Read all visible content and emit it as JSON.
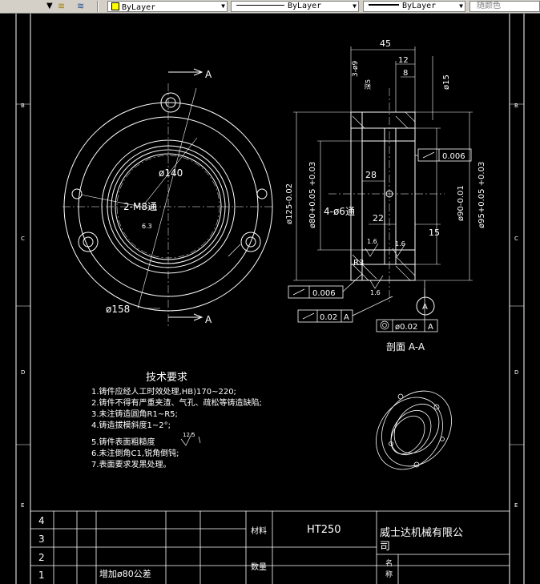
{
  "toolbar": {
    "layer_label": "ByLayer",
    "linetype_label": "ByLayer",
    "lineweight_label": "ByLayer",
    "color_label": "随颜色"
  },
  "drawing": {
    "section_label": "A",
    "section_title": "剖面 A-A",
    "front_view": {
      "dim_140": "ø140",
      "dim_158": "ø158",
      "hole_note": "2-M8通",
      "roughness": "6.3"
    },
    "section_view": {
      "dim_45": "45",
      "dim_12": "12",
      "dim_8": "8",
      "dim_15_top": "ø15",
      "dim_3phi9": "3-ø9",
      "dim_depth": "深5",
      "dim_125": "ø125-0.02",
      "dim_80": "ø80+0.05 +0.03",
      "dim_4phi6": "4-ø6通",
      "dim_28": "28",
      "dim_22": "22",
      "dim_15": "15",
      "dim_90": "ø90-0.01",
      "dim_95": "ø95+0.05 +0.03",
      "chamfer_r3": "R3",
      "rough_1": "1.6",
      "rough_2": "1.6",
      "rough_3": "1.6",
      "tol_flatness": "0.006",
      "tol_flatness2": "0.006",
      "tol_runout": "0.02",
      "tol_runout_ref": "A",
      "tol_coax": "ø0.02",
      "tol_coax_ref": "A",
      "datum": "A"
    },
    "tech_req": {
      "title": "技术要求",
      "lines": [
        "1.铸件应经人工时效处理,HB)170~220;",
        "2.铸件不得有严重夹渣、气孔、疏松等铸造缺陷;",
        "3.未注铸造圆角R1~R5;",
        "4.铸造拔模斜度1~2°;",
        "5.铸件表面粗糙度",
        "6.未注倒角C1,锐角倒钝;",
        "7.表面要求发黑处理。"
      ],
      "roughness_symbol": "12.5"
    },
    "zones_left": [
      "B",
      "C",
      "D",
      "E"
    ],
    "zones_right": [
      "B",
      "C",
      "D",
      "E"
    ],
    "title_block": {
      "rows": [
        "4",
        "3",
        "2",
        "1"
      ],
      "change_note": "增加ø80公差",
      "material_label": "材料",
      "material_value": "HT250",
      "quantity_label": "数量",
      "company": "威士达机械有限公",
      "company_tail": "司",
      "name_label": "名",
      "name_label2": "称"
    }
  }
}
